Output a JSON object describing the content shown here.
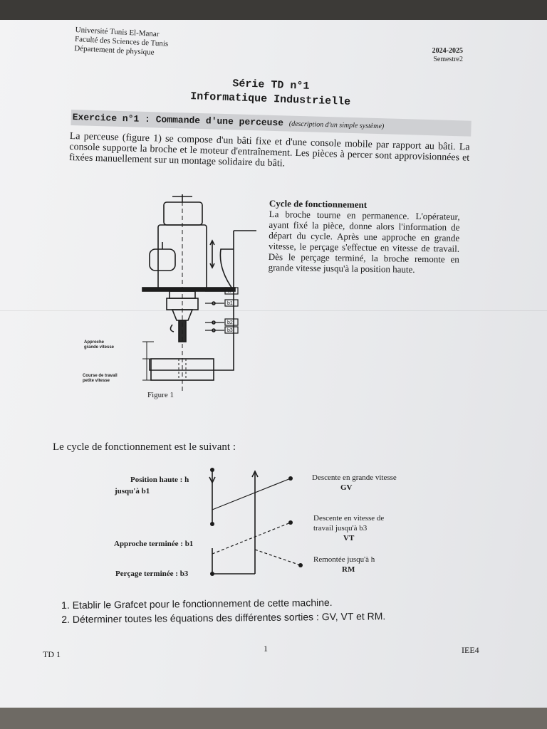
{
  "header": {
    "university": "Université Tunis El-Manar",
    "faculty": "Faculté des Sciences de Tunis",
    "department": "Département de physique",
    "year": "2024-2025",
    "semester": "Semestre2"
  },
  "title": {
    "line1": "Série TD n°1",
    "line2": "Informatique Industrielle"
  },
  "exercise": {
    "heading": "Exercice n°1 : Commande d'une perceuse",
    "subheading": "(description d'un simple système)",
    "intro": "La perceuse (figure 1) se compose d'un bâti fixe et d'une console mobile par rapport au bâti. La console supporte la broche et le moteur d'entraînement. Les pièces à percer sont approvisionnées et fixées manuellement sur un montage solidaire du bâti."
  },
  "cycle": {
    "heading": "Cycle de fonctionnement",
    "text": "La broche tourne en permanence. L'opérateur, ayant fixé la pièce, donne alors l'information de départ du cycle. Après une approche en grande vitesse, le perçage s'effectue en vitesse de travail. Dès le perçage terminé, la broche remonte en grande vitesse jusqu'à la position haute."
  },
  "figure1": {
    "caption": "Figure 1",
    "labels": {
      "approach_l1": "Approche",
      "approach_l2": "grande vitesse",
      "travel_l1": "Course de travail",
      "travel_l2": "petite vitesse",
      "h": "h",
      "b1": "b1",
      "b2": "b2",
      "b3": "b3"
    }
  },
  "cycle_diagram": {
    "lead": "Le cycle de fonctionnement est le suivant :",
    "left_labels": {
      "pos_haute": "Position haute : h",
      "jusqua_b1": "jusqu'à b1",
      "approche": "Approche terminée : b1",
      "percage": "Perçage terminée : b3"
    },
    "right_labels": {
      "gv_desc": "Descente en grande vitesse",
      "gv": "GV",
      "vt_desc_1": "Descente en vitesse de",
      "vt_desc_2": "travail jusqu'à b3",
      "vt": "VT",
      "rm_desc": "Remontée jusqu'à h",
      "rm": "RM"
    }
  },
  "questions": [
    "1. Etablir le Grafcet pour le fonctionnement de cette machine.",
    "2. Déterminer toutes les équations des différentes sorties : GV, VT et RM."
  ],
  "footer": {
    "left": "TD 1",
    "center": "1",
    "right": "IEE4"
  }
}
